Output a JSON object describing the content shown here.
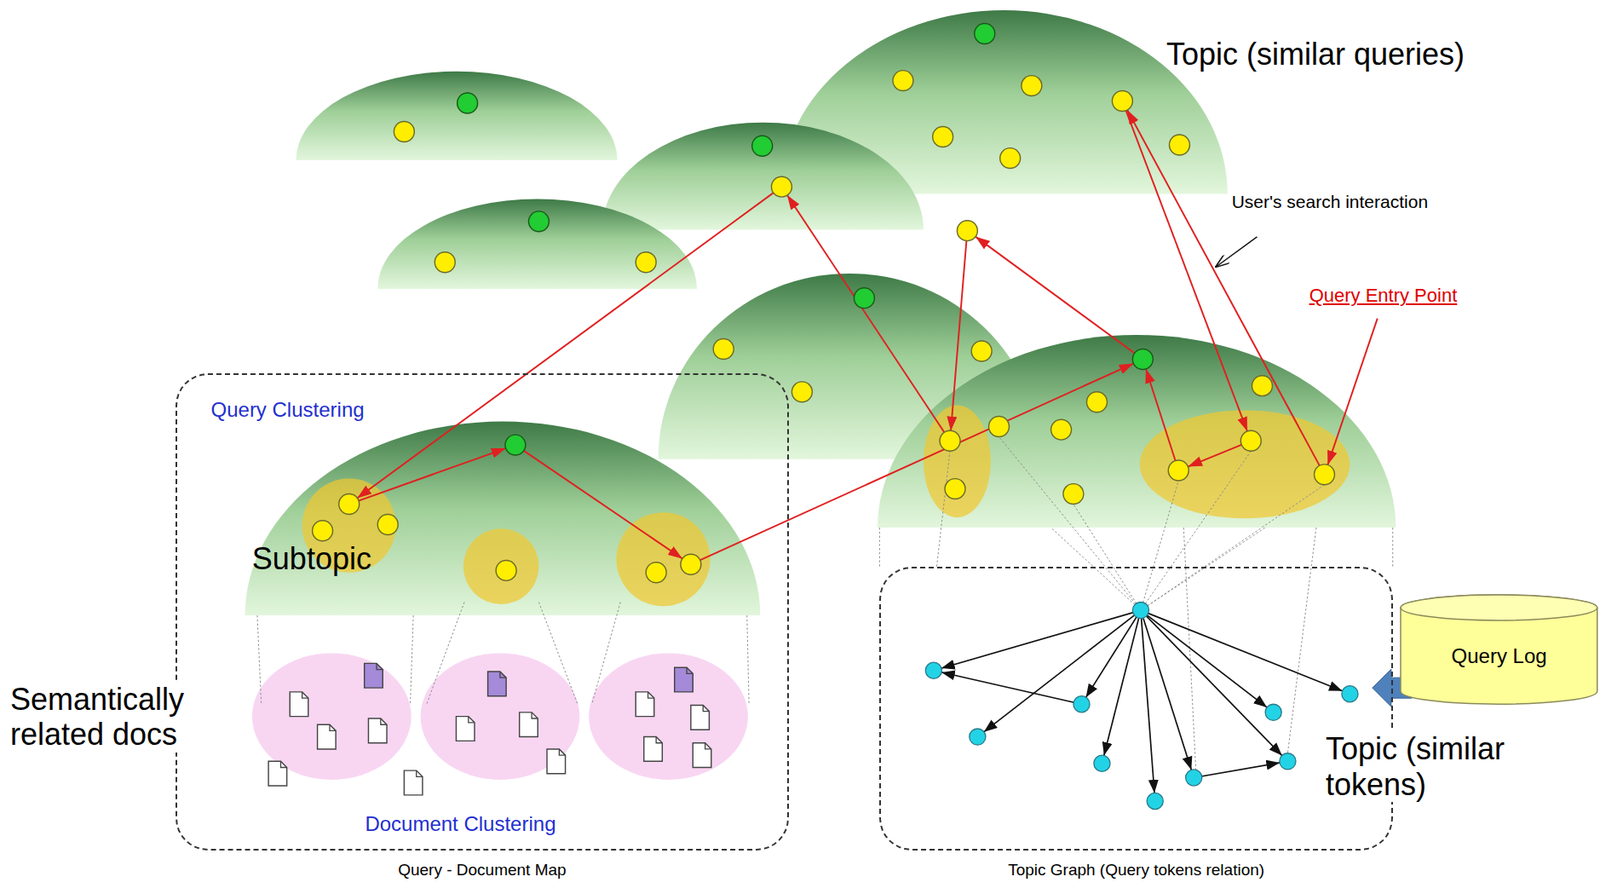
{
  "diagram": {
    "nodes": [
      {
        "text": [
          "Query Clustering",
          "Document Clustering",
          "Query - Document Map"
        ]
      },
      {
        "text": [
          "Topic (similar tokens)",
          "Topic Graph (Query tokens relation)"
        ]
      },
      {
        "text": [
          "Query Log"
        ]
      }
    ],
    "edges": [
      {
        "from": 2,
        "to": 1,
        "arrow": "to"
      }
    ],
    "labels": [
      "Topic (similar queries)",
      "User's search interaction",
      "Query Entry Point",
      "Subtopic",
      "Semantically related docs"
    ]
  }
}
